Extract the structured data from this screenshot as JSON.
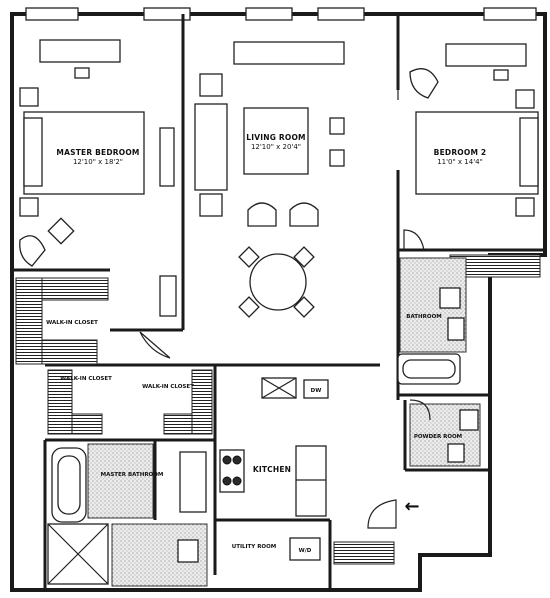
{
  "rooms": {
    "master_bedroom": {
      "name": "MASTER BEDROOM",
      "dims": "12'10\" x 18'2\""
    },
    "living_room": {
      "name": "LIVING ROOM",
      "dims": "12'10\" x 20'4\""
    },
    "bedroom_2": {
      "name": "BEDROOM 2",
      "dims": "11'0\" x 14'4\""
    },
    "walk_in_closet_1": {
      "name": "WALK-IN CLOSET"
    },
    "walk_in_closet_2": {
      "name": "WALK-IN CLOSET"
    },
    "walk_in_closet_3": {
      "name": "WALK-IN CLOSET"
    },
    "master_bathroom": {
      "name": "MASTER BATHROOM"
    },
    "bathroom": {
      "name": "BATHROOM"
    },
    "powder_room": {
      "name": "POWDER ROOM"
    },
    "kitchen": {
      "name": "KITCHEN"
    },
    "utility_room": {
      "name": "UTILITY ROOM"
    }
  },
  "appliances": {
    "dishwasher": "DW",
    "washer_dryer": "W/D"
  },
  "entry_arrow": "←"
}
